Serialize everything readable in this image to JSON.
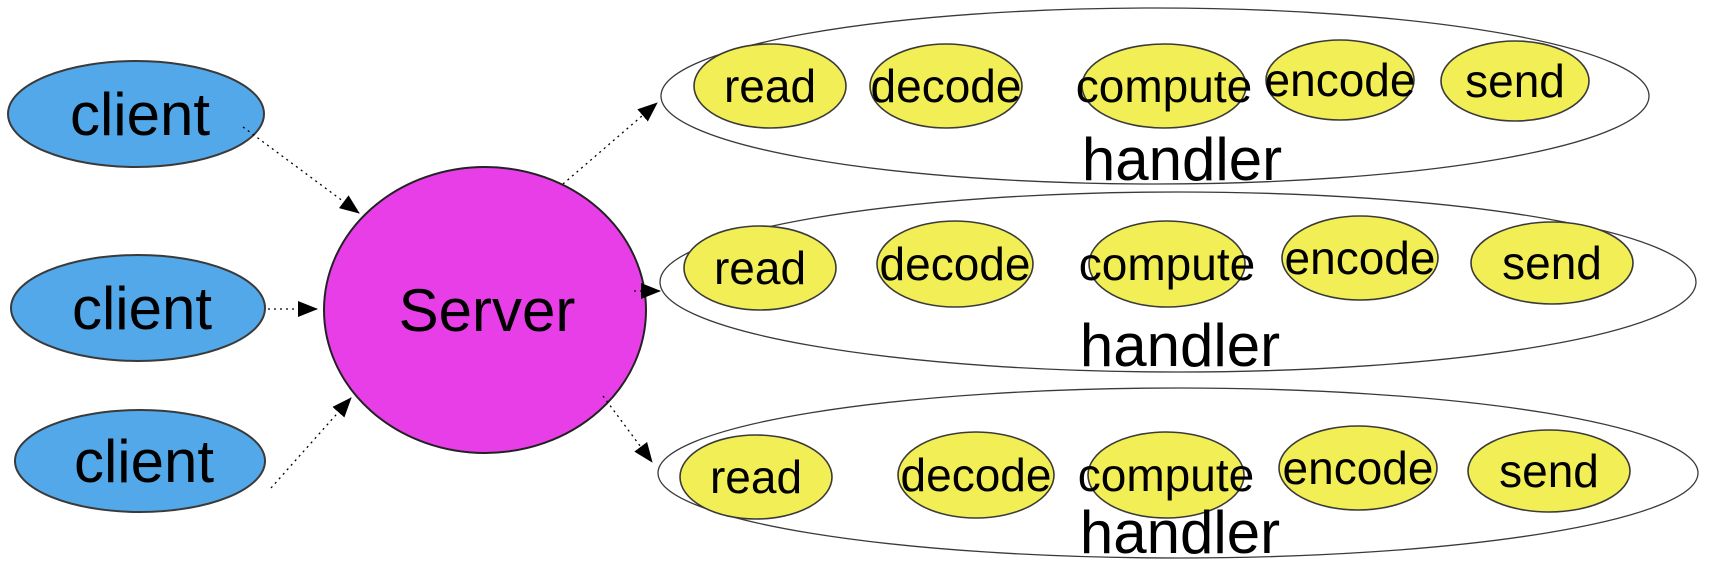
{
  "colors": {
    "client_fill": "#52a8e8",
    "server_fill": "#e83ee8",
    "task_fill": "#f2ee55",
    "handler_fill": "#ffffff",
    "outline": "#000000",
    "background": "#ffffff"
  },
  "diagram": {
    "clients": [
      {
        "label": "client"
      },
      {
        "label": "client"
      },
      {
        "label": "client"
      }
    ],
    "server": {
      "label": "Server"
    },
    "handlers": [
      {
        "label": "handler",
        "tasks": [
          "read",
          "decode",
          "compute",
          "encode",
          "send"
        ]
      },
      {
        "label": "handler",
        "tasks": [
          "read",
          "decode",
          "compute",
          "encode",
          "send"
        ]
      },
      {
        "label": "handler",
        "tasks": [
          "read",
          "decode",
          "compute",
          "encode",
          "send"
        ]
      }
    ]
  }
}
